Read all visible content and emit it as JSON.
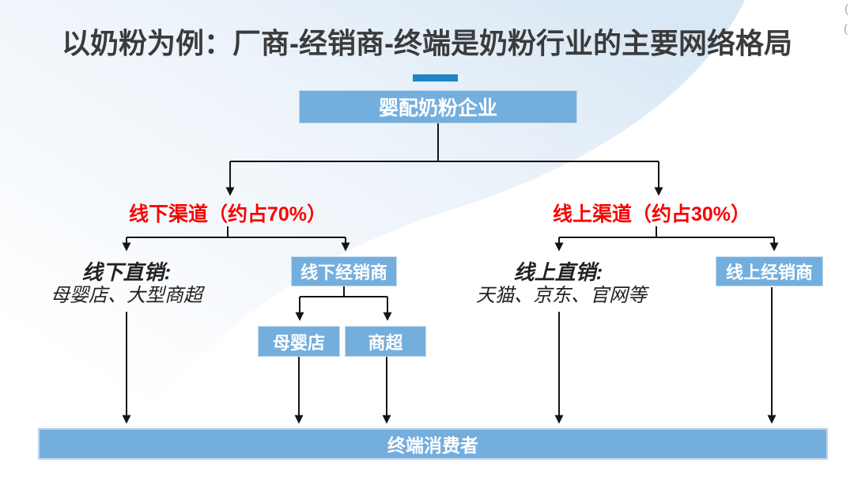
{
  "title": "以奶粉为例：厂商-经销商-终端是奶粉行业的主要网络格局",
  "diagram": {
    "root": "婴配奶粉企业",
    "offline_channel": "线下渠道（约占70%）",
    "online_channel": "线上渠道（约占30%）",
    "offline_direct_title": "线下直销:",
    "offline_direct_items": "母婴店、大型商超",
    "offline_distributor": "线下经销商",
    "offline_sub_baby_store": "母婴店",
    "offline_sub_supermarket": "商超",
    "online_direct_title": "线上直销:",
    "online_direct_items": "天猫、京东、官网等",
    "online_distributor": "线上经销商",
    "consumer_bar": "终端消费者"
  },
  "colors": {
    "node_blue": "#74aedd",
    "title_dash_blue": "#1e86c5",
    "channel_red": "#fb0000",
    "connector_black": "#141414",
    "title_gray": "#3b3b3b",
    "background_wash": "#d4e4f2"
  },
  "watermark": {
    "fragments": [
      "(",
      "("
    ]
  }
}
